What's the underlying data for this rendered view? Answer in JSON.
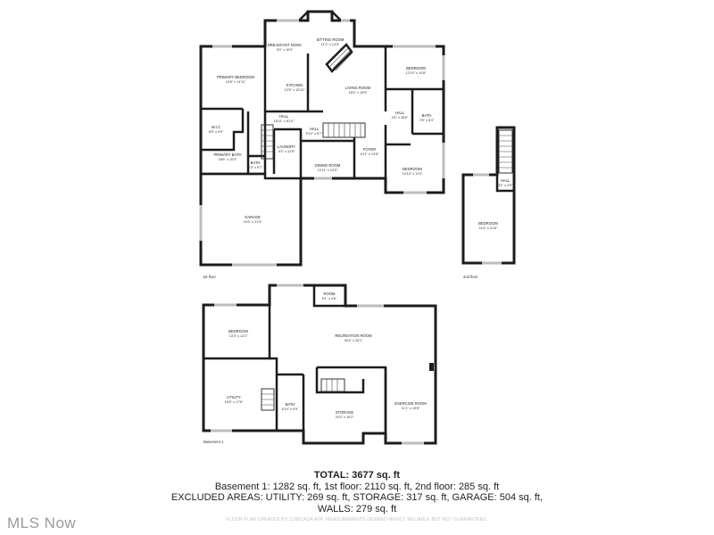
{
  "floors": {
    "first": {
      "label": "1st floor",
      "rooms": {
        "sitting_room": {
          "name": "SITTING ROOM",
          "dim": "11'1\" x 14'3\""
        },
        "breakfast_nook": {
          "name": "BREAKFAST NOOK",
          "dim": "9'0\" x 10'0\""
        },
        "kitchen": {
          "name": "KITCHEN",
          "dim": "13'5\" x 10'10\""
        },
        "primary_bedroom": {
          "name": "PRIMARY BEDROOM",
          "dim": "15'8\" x 14'11\""
        },
        "living_room": {
          "name": "LIVING ROOM",
          "dim": "16'3\" x 16'5\""
        },
        "bedroom_ne": {
          "name": "BEDROOM",
          "dim": "12'10\" x 10'8\""
        },
        "hall_ne": {
          "name": "HALL",
          "dim": "4'6\" x 15'6\""
        },
        "bath_ne": {
          "name": "BATH",
          "dim": "7'8\" x 8'4\""
        },
        "hall_mid": {
          "name": "HALL",
          "dim": "18'11\" x 8'10\""
        },
        "wic": {
          "name": "W.I.C",
          "dim": "6'8\" x 9'9\""
        },
        "hall_small": {
          "name": "HALL",
          "dim": "5'10\" x 5'7\""
        },
        "laundry": {
          "name": "LAUNDRY",
          "dim": "9'2\" x 12'8\""
        },
        "foyer": {
          "name": "FOYER",
          "dim": "6'11\" x 13'8\""
        },
        "primary_bath": {
          "name": "PRIMARY BATH",
          "dim": "18'6\" x 10'3\""
        },
        "bath_small": {
          "name": "BATH",
          "dim": "4'3\" x 5'7\""
        },
        "dining_room": {
          "name": "DINING ROOM",
          "dim": "12'11\" x 13'5\""
        },
        "bedroom_se": {
          "name": "BEDROOM",
          "dim": "13'10\" x 11'9\""
        },
        "garage": {
          "name": "GARAGE",
          "dim": "24'3\" x 21'9\""
        }
      }
    },
    "second": {
      "label": "2nd floor",
      "rooms": {
        "hall": {
          "name": "HALL",
          "dim": "3'2\" x 3'5\""
        },
        "bedroom": {
          "name": "BEDROOM",
          "dim": "11'6\" x 21'6\""
        }
      }
    },
    "basement": {
      "label": "Basement 1",
      "rooms": {
        "room": {
          "name": "ROOM",
          "dim": "6'1\" x 4'6\""
        },
        "bedroom": {
          "name": "BEDROOM",
          "dim": "13'3\" x 12'2\""
        },
        "recreation_room": {
          "name": "RECREATION ROOM",
          "dim": "40'4\" x 26'1\""
        },
        "utility": {
          "name": "UTILITY",
          "dim": "16'8\" x 17'6\""
        },
        "bath": {
          "name": "BATH",
          "dim": "6'10\" x 9'9\""
        },
        "storage": {
          "name": "STORAGE",
          "dim": "20'3\" x 19'2\""
        },
        "exercise_room": {
          "name": "EXERCISE ROOM",
          "dim": "11'1\" x 19'6\""
        }
      }
    }
  },
  "summary": {
    "total": "TOTAL: 3677 sq. ft",
    "line1": "Basement 1: 1282 sq. ft, 1st floor: 2110 sq. ft, 2nd floor: 285 sq. ft",
    "line2": "EXCLUDED AREAS: UTILITY: 269 sq. ft, STORAGE: 317 sq. ft, GARAGE: 504 sq. ft,",
    "line3": "WALLS: 279 sq. ft"
  },
  "disclaimer": "FLOOR PLAN CREATED BY CUBICASA APP. MEASUREMENTS DEEMED HIGHLY RELIABLE BUT NOT GUARANTEED.",
  "watermark": "MLS Now"
}
